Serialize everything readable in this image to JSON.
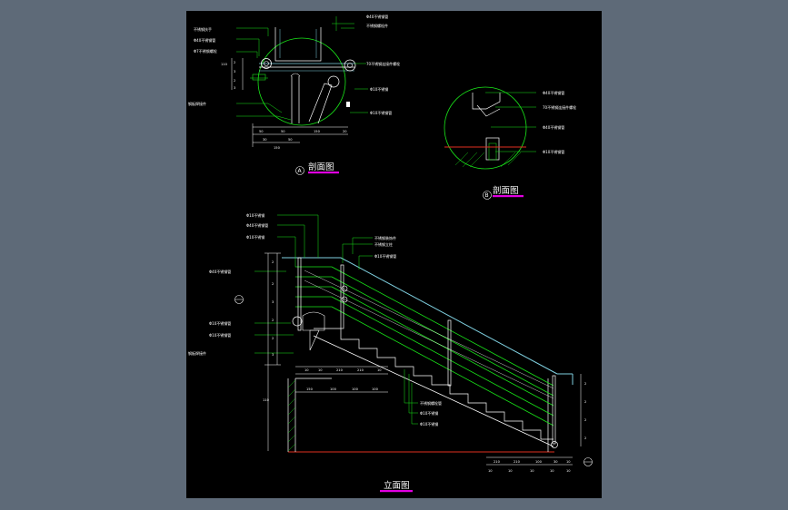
{
  "titles": {
    "section_a": "剖面图",
    "section_b": "剖面图",
    "elevation": "立面图",
    "tag_a": "A",
    "tag_b": "B"
  },
  "colors": {
    "background": "#5e6a78",
    "sheet": "#000000",
    "line_white": "#ffffff",
    "line_green": "#19e619",
    "line_cyan": "#7fd0e0",
    "line_red": "#e03020",
    "title_underline": "#e000e0"
  },
  "detail_a": {
    "labels": [
      "Φ40不锈钢管",
      "不锈钢螺栓件",
      "不锈钢扶手",
      "Φ40不锈钢管",
      "Φ7不锈钢螺栓",
      "70不锈钢连接件螺栓",
      "Φ10不锈钢",
      "钢板焊接件",
      "Φ10不锈钢管"
    ],
    "dims_v": [
      "2",
      "3",
      "2",
      "3",
      "110"
    ],
    "dims_h": [
      "30",
      "50",
      "150",
      "20",
      "50",
      "150"
    ]
  },
  "detail_b": {
    "labels": [
      "Φ40不锈钢管",
      "70不锈钢连接件螺栓",
      "Φ40不锈钢管",
      "Φ10不锈钢管"
    ]
  },
  "elevation": {
    "labels": [
      "Φ10不锈钢",
      "Φ40不锈钢管",
      "Φ10不锈钢",
      "Φ40不锈钢管",
      "不锈钢装饰件",
      "不锈钢立柱",
      "Φ10不锈钢管",
      "Φ10不锈钢管",
      "Φ10不锈钢管",
      "钢板焊接件",
      "不锈钢螺栓管",
      "Φ10不锈钢",
      "Φ10不锈钢"
    ],
    "dims_left": [
      "2",
      "2",
      "3",
      "2",
      "2",
      "3",
      "110"
    ],
    "dims_bottom_row1": [
      "10",
      "10",
      "210",
      "210",
      "10"
    ],
    "dims_bottom_row2": [
      "150",
      "100",
      "100",
      "100"
    ],
    "dims_right": [
      "2",
      "2",
      "2",
      "2"
    ],
    "dims_base": [
      "210",
      "210",
      "100",
      "30",
      "10"
    ],
    "dims_base2": [
      "10",
      "10",
      "10",
      "10",
      "10"
    ]
  }
}
